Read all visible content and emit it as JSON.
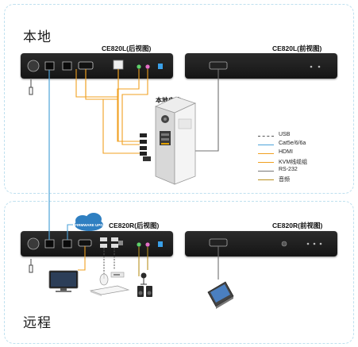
{
  "sections": {
    "local_title": "本地",
    "remote_title": "远程"
  },
  "units": {
    "local_rear": "CE820L(后视图)",
    "local_front": "CE820L(前视图)",
    "remote_rear": "CE820R(后视图)",
    "remote_front": "CE820R(前视图)"
  },
  "computer_label": "本地电脑",
  "cloud_label": "FIRMWARE UPG",
  "legend": {
    "items": [
      {
        "label": "USB",
        "color": "#555555",
        "style": "dashed"
      },
      {
        "label": "Cat5e/6/6a",
        "color": "#4da3d9",
        "style": "solid"
      },
      {
        "label": "HDMI",
        "color": "#f0a020",
        "style": "solid"
      },
      {
        "label": "KVM线缆组",
        "color": "#f0a020",
        "style": "solid"
      },
      {
        "label": "RS-232",
        "color": "#777777",
        "style": "solid"
      },
      {
        "label": "音频",
        "color": "#b89020",
        "style": "solid"
      }
    ]
  },
  "colors": {
    "panel_border": "#bfe0ef",
    "cat5": "#4da3d9",
    "hdmi": "#f0a020",
    "rs232": "#707070",
    "device": "#1c1c1c"
  }
}
